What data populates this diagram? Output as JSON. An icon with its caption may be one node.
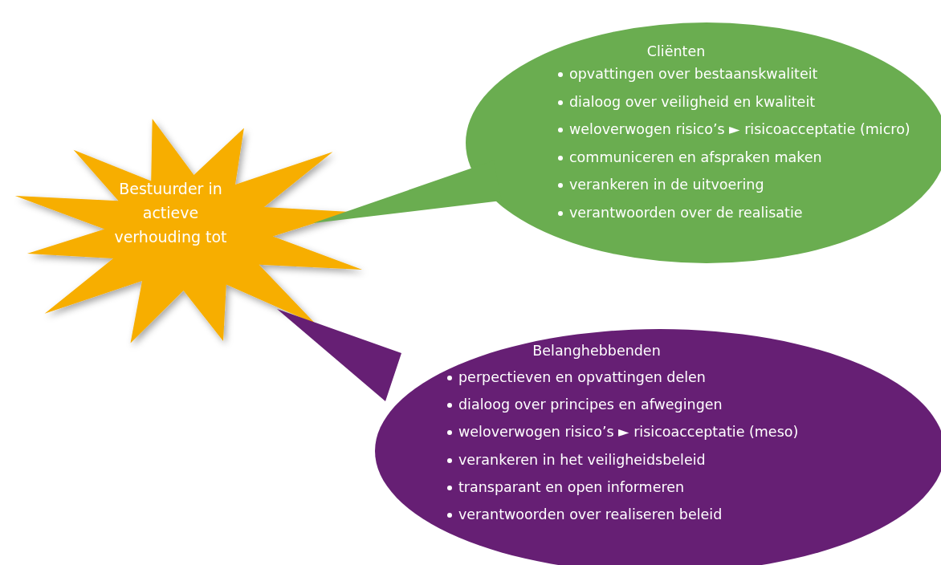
{
  "diagram": {
    "nodes": [
      {
        "text": [
          "Bestuurder in actieve verhouding tot"
        ]
      },
      {
        "text": [
          "Cliënten",
          "opvattingen over bestaanskwaliteit",
          "dialoog over veiligheid en kwaliteit",
          "weloverwogen risico’s ► risicoacceptatie (micro)",
          "communiceren en afspraken maken",
          "verankeren in de uitvoering",
          "verantwoorden over de realisatie"
        ]
      },
      {
        "text": [
          "Belanghebbenden",
          "perpectieven en opvattingen delen",
          "dialoog over principes en afwegingen",
          "weloverwogen risico’s ► risicoacceptatie (meso)",
          "verankeren in het veiligheidsbeleid",
          "transparant en open informeren",
          "verantwoorden over realiseren beleid"
        ]
      }
    ]
  }
}
